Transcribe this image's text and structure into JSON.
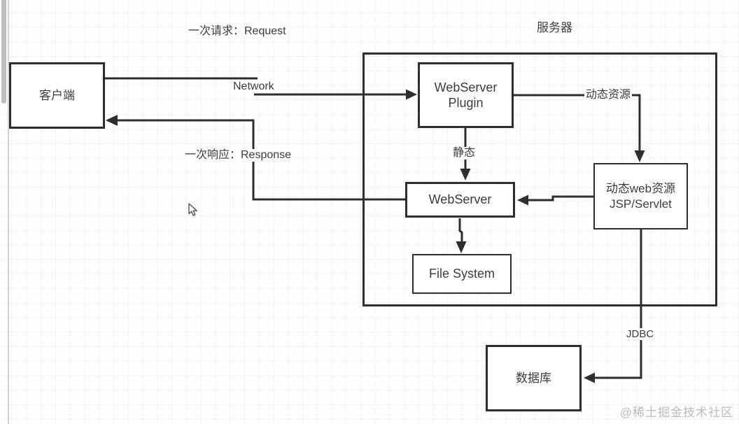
{
  "diagram": {
    "title_labels": {
      "request": "一次请求：Request",
      "response": "一次响应：Response",
      "network": "Network",
      "server": "服务器"
    },
    "edge_labels": {
      "static": "静态",
      "dynamic_resource": "动态资源",
      "jdbc": "JDBC"
    },
    "nodes": {
      "client": "客户端",
      "plugin_line1": "WebServer",
      "plugin_line2": "Plugin",
      "webserver": "WebServer",
      "file_system": "File System",
      "dynamic_web_line1": "动态web资源",
      "dynamic_web_line2": "JSP/Servlet",
      "database": "数据库"
    },
    "watermark": "@稀土掘金技术社区",
    "colors": {
      "line": "#2e2e2e",
      "text": "#3d3d3d",
      "grid_minor": "#f3f3f3",
      "grid_major": "#e7e7e7",
      "watermark": "#bcbcbc",
      "scrollbar": "#bdbdbd"
    }
  }
}
